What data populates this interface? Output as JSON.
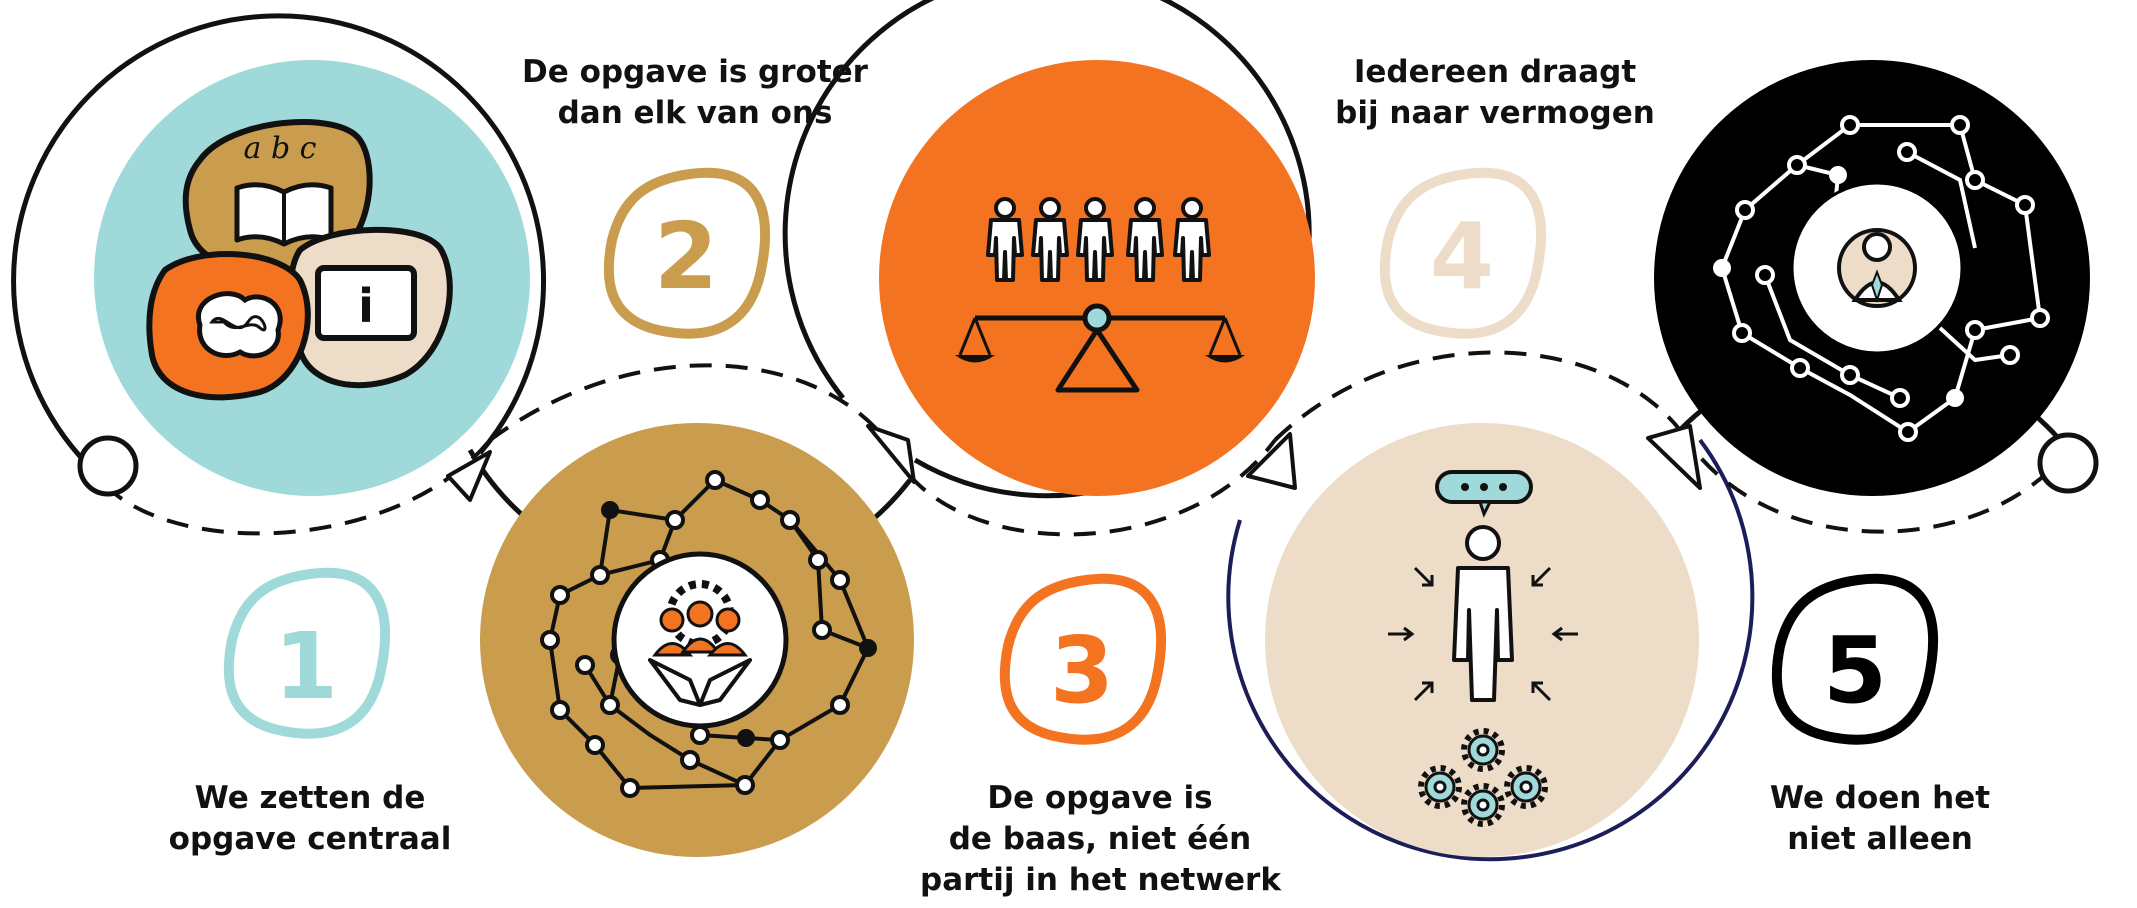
{
  "colors": {
    "teal": "#9fd9da",
    "gold": "#c99d4d",
    "orange": "#f47320",
    "beige": "#ecdcc8",
    "black": "#000000",
    "navy": "#1c1e5a",
    "ink": "#111111"
  },
  "steps": [
    {
      "number": "1",
      "caption": [
        "We zetten de",
        "opgave centraal"
      ],
      "color": "#9fd9da",
      "icon": "books-brain-info-icon"
    },
    {
      "number": "2",
      "caption": [
        "De opgave is groter",
        "dan elk van ons"
      ],
      "color": "#c99d4d",
      "icon": "network-handshake-icon"
    },
    {
      "number": "3",
      "caption": [
        "De opgave is",
        "de baas, niet één",
        "partij in het netwerk"
      ],
      "color": "#f47320",
      "icon": "people-on-scale-icon"
    },
    {
      "number": "4",
      "caption": [
        "Iedereen draagt",
        "bij naar vermogen"
      ],
      "color": "#ecdcc8",
      "icon": "person-with-gears-icon"
    },
    {
      "number": "5",
      "caption": [
        "We doen het",
        "niet alleen"
      ],
      "color": "#000000",
      "icon": "network-person-icon"
    }
  ],
  "book_letters": "a b c",
  "info_letter": "i"
}
